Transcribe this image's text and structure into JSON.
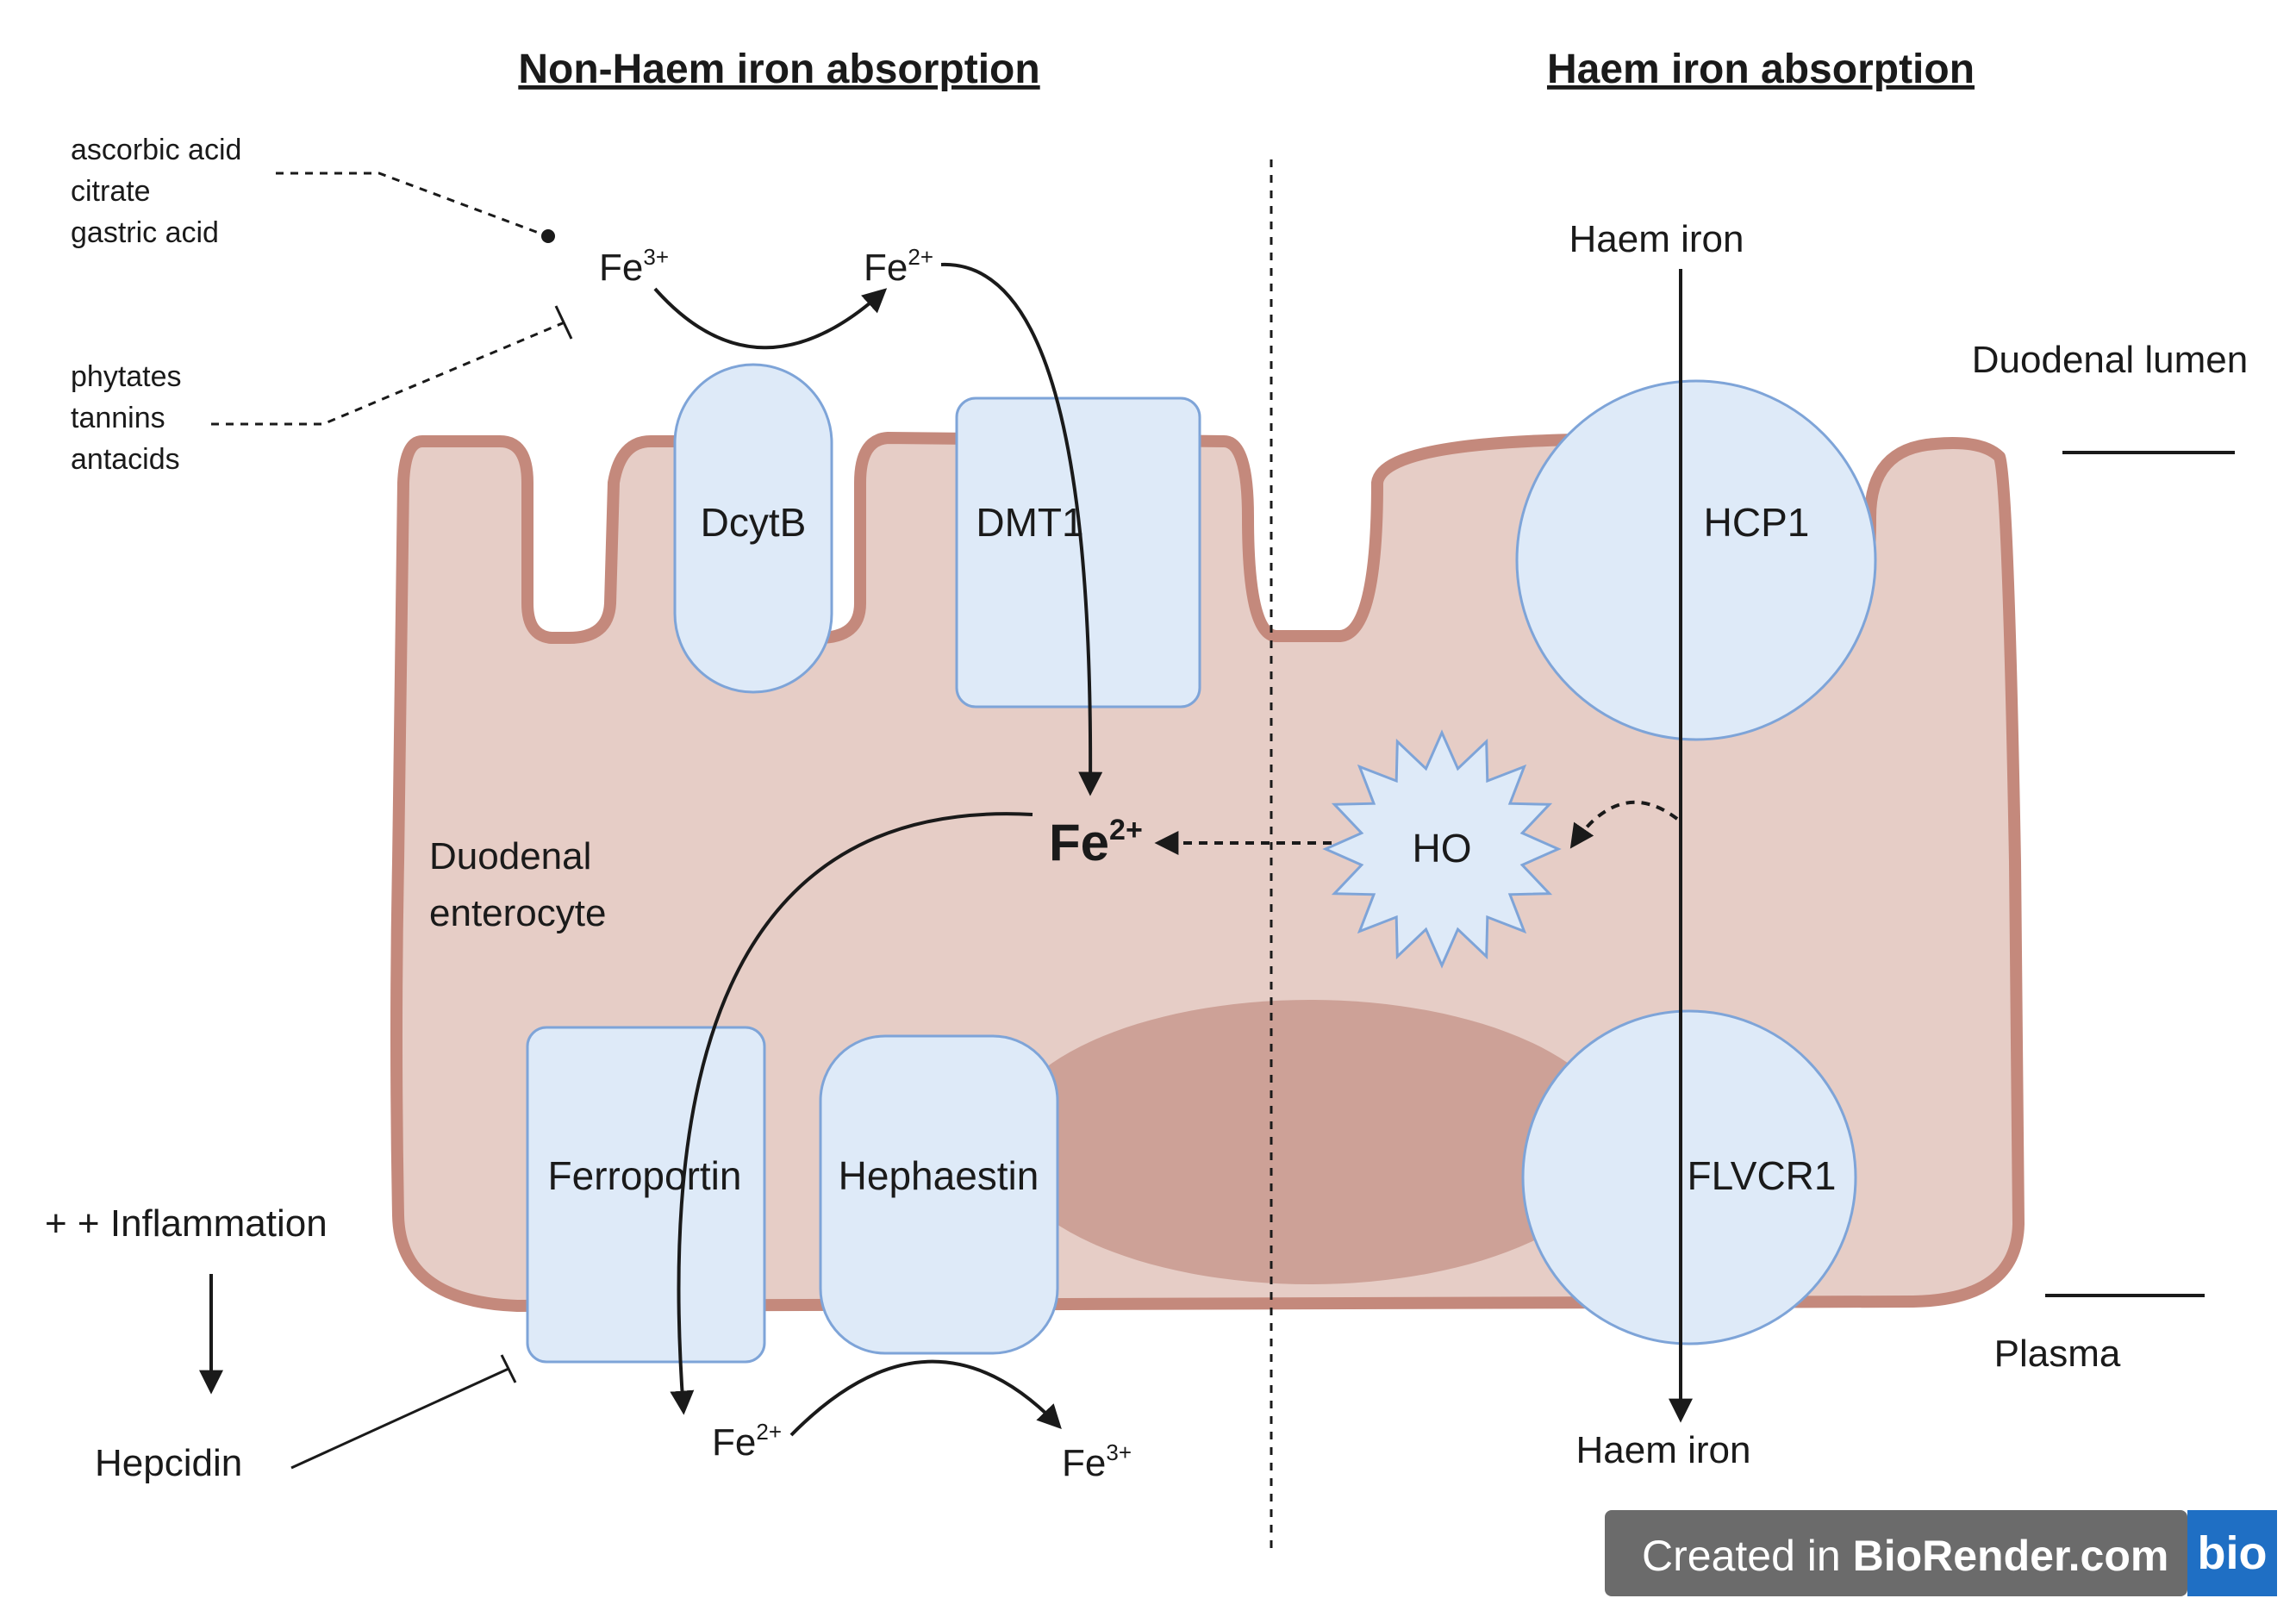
{
  "titles": {
    "non_haem": "Non-Haem iron absorption",
    "haem": "Haem iron absorption"
  },
  "enhancers": [
    "ascorbic acid",
    "citrate",
    "gastric acid"
  ],
  "inhibitors": [
    "phytates",
    "tannins",
    "antacids"
  ],
  "iron": {
    "fe_symbol": "Fe",
    "fe3_charge": "3+",
    "fe2_charge": "2+"
  },
  "proteins": {
    "dcytb": "DcytB",
    "dmt1": "DMT1",
    "hcp1": "HCP1",
    "ho": "HO",
    "ferroportin": "Ferroportin",
    "hephaestin": "Hephaestin",
    "flvcr1": "FLVCR1"
  },
  "labels": {
    "enterocyte_line1": "Duodenal",
    "enterocyte_line2": "enterocyte",
    "duodenal_lumen": "Duodenal lumen",
    "plasma": "Plasma",
    "haem_iron_top": "Haem iron",
    "haem_iron_bottom": "Haem iron",
    "inflammation": "+ + Inflammation",
    "hepcidin": "Hepcidin"
  },
  "badge": {
    "prefix": "Created in ",
    "brand": "BioRender.com",
    "logo": "bio"
  },
  "colors": {
    "cell_fill": "#e6cdc6",
    "cell_border": "#c4897c",
    "nucleus": "#cda197",
    "protein_fill": "#deeaf8",
    "protein_border": "#7ea4d8",
    "badge_bg": "#6b6b6b",
    "badge_logo_bg": "#1f6fc4"
  }
}
